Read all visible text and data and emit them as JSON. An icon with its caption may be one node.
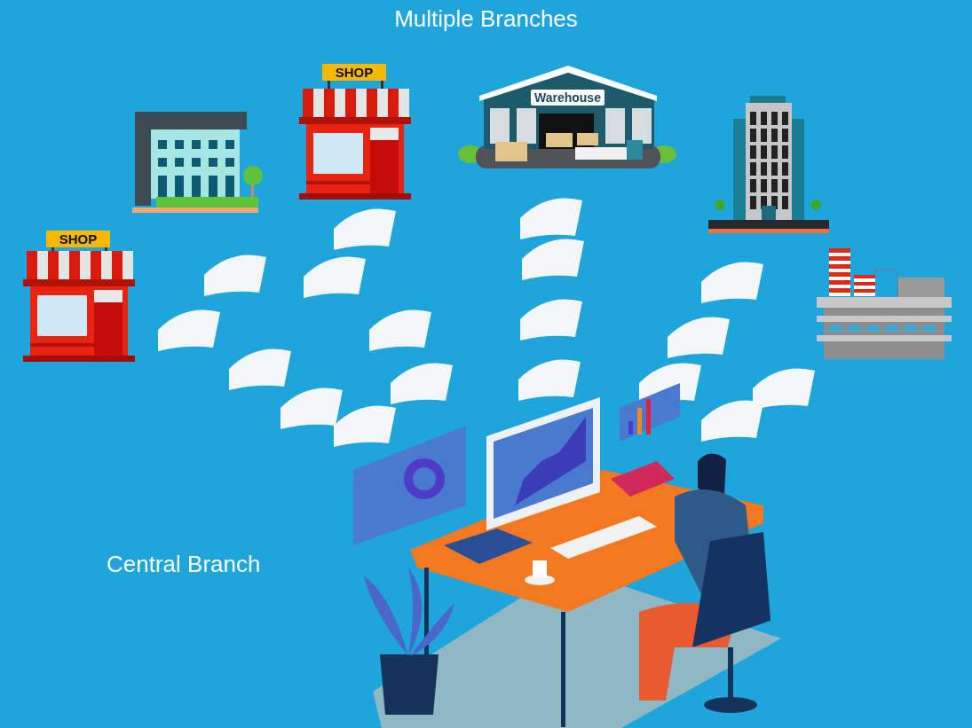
{
  "diagram": {
    "title": "Multiple Branches",
    "nodes": [
      {
        "text": [
          "SHOP"
        ]
      },
      {
        "text": [
          "Warehouse"
        ]
      },
      {
        "text": [
          "SHOP"
        ]
      }
    ],
    "labels": [
      "Central Branch"
    ]
  }
}
